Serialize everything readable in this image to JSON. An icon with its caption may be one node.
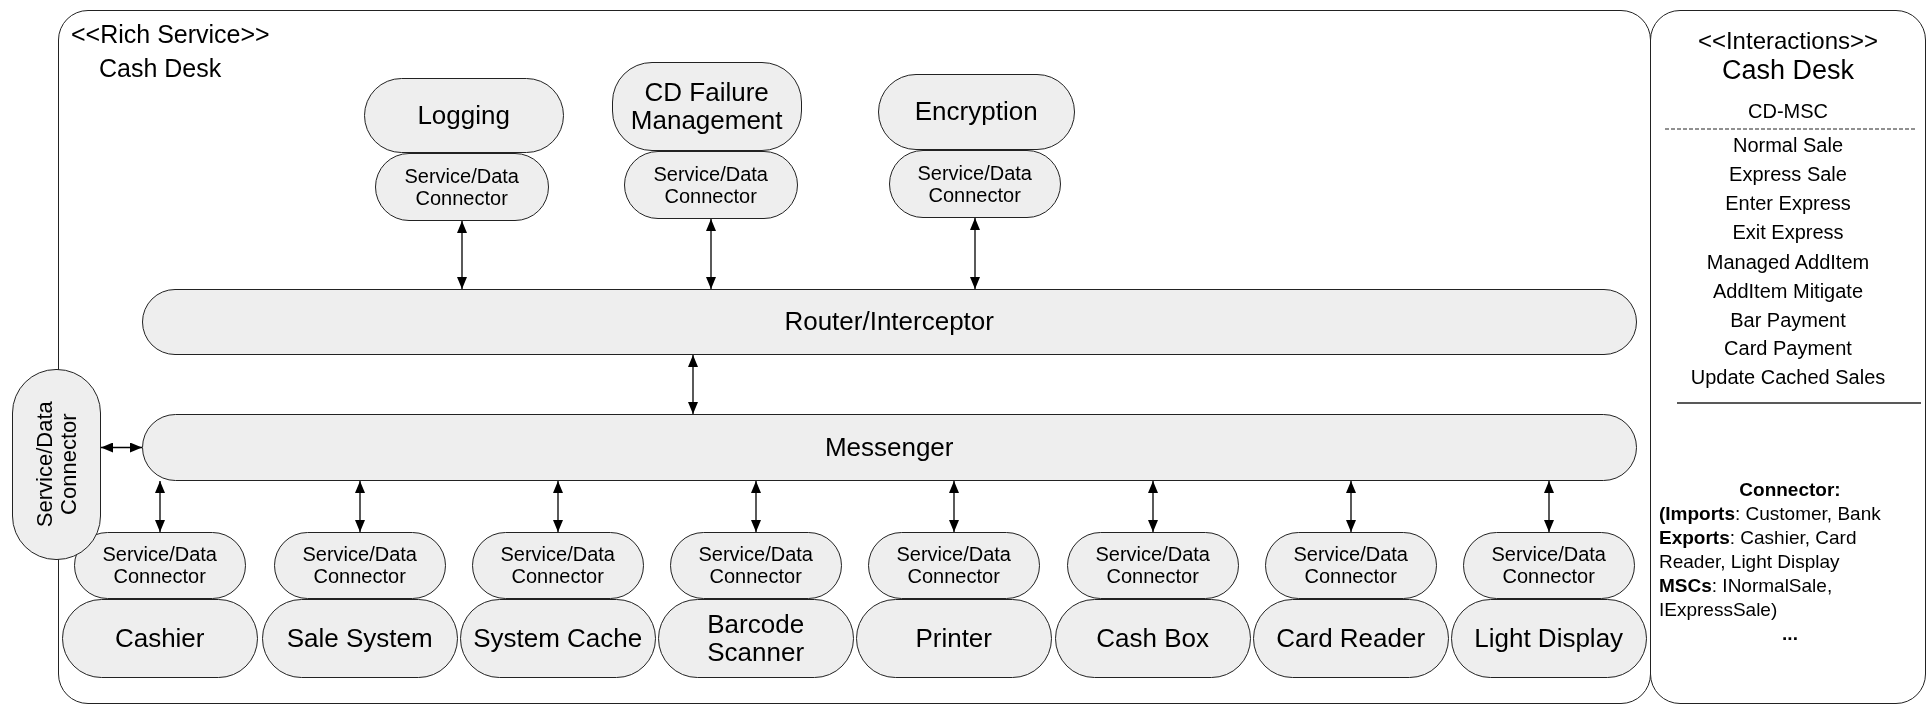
{
  "diagram": {
    "nodes": [
      {
        "text": [
          "<<Rich Service>>",
          "Cash Desk"
        ]
      },
      {
        "text": [
          "Logging"
        ],
        "in": 0
      },
      {
        "text": [
          "Service/Data Connector"
        ],
        "in": 0
      },
      {
        "text": [
          "CD Failure Management"
        ],
        "in": 0
      },
      {
        "text": [
          "Service/Data Connector"
        ],
        "in": 0
      },
      {
        "text": [
          "Encryption"
        ],
        "in": 0
      },
      {
        "text": [
          "Service/Data Connector"
        ],
        "in": 0
      },
      {
        "text": [
          "Router/Interceptor"
        ],
        "in": 0
      },
      {
        "text": [
          "Messenger"
        ],
        "in": 0
      },
      {
        "text": [
          "Service/Data Connector"
        ]
      },
      {
        "text": [
          "Service/Data Connector"
        ],
        "in": 0
      },
      {
        "text": [
          "Cashier"
        ],
        "in": 0
      },
      {
        "text": [
          "Service/Data Connector"
        ],
        "in": 0
      },
      {
        "text": [
          "Sale System"
        ],
        "in": 0
      },
      {
        "text": [
          "Service/Data Connector"
        ],
        "in": 0
      },
      {
        "text": [
          "System Cache"
        ],
        "in": 0
      },
      {
        "text": [
          "Service/Data Connector"
        ],
        "in": 0
      },
      {
        "text": [
          "Barcode Scanner"
        ],
        "in": 0
      },
      {
        "text": [
          "Service/Data Connector"
        ],
        "in": 0
      },
      {
        "text": [
          "Printer"
        ],
        "in": 0
      },
      {
        "text": [
          "Service/Data Connector"
        ],
        "in": 0
      },
      {
        "text": [
          "Cash Box"
        ],
        "in": 0
      },
      {
        "text": [
          "Service/Data Connector"
        ],
        "in": 0
      },
      {
        "text": [
          "Card Reader"
        ],
        "in": 0
      },
      {
        "text": [
          "Service/Data Connector"
        ],
        "in": 0
      },
      {
        "text": [
          "Light Display"
        ],
        "in": 0
      },
      {
        "text": [
          "<<Interactions>>",
          "Cash Desk",
          "CD-MSC",
          "Normal Sale",
          "Express Sale",
          "Enter Express",
          "Exit Express",
          "Managed AddItem",
          "AddItem Mitigate",
          "Bar Payment",
          "Card Payment",
          "Update Cached Sales",
          "Connector:",
          "**(Imports**: Customer, Bank",
          "**Exports**: Cashier, Card Reader, Light Display",
          "**MSCs**: INormalSale, IExpressSale)",
          "..."
        ]
      }
    ],
    "edges": [
      {
        "from": 2,
        "to": 7,
        "arrow": "both"
      },
      {
        "from": 4,
        "to": 7,
        "arrow": "both"
      },
      {
        "from": 6,
        "to": 7,
        "arrow": "both"
      },
      {
        "from": 7,
        "to": 8,
        "arrow": "both"
      },
      {
        "from": 9,
        "to": 8,
        "arrow": "both"
      },
      {
        "from": 8,
        "to": 10,
        "arrow": "both"
      },
      {
        "from": 8,
        "to": 12,
        "arrow": "both"
      },
      {
        "from": 8,
        "to": 14,
        "arrow": "both"
      },
      {
        "from": 8,
        "to": 16,
        "arrow": "both"
      },
      {
        "from": 8,
        "to": 18,
        "arrow": "both"
      },
      {
        "from": 8,
        "to": 20,
        "arrow": "both"
      },
      {
        "from": 8,
        "to": 22,
        "arrow": "both"
      },
      {
        "from": 8,
        "to": 24,
        "arrow": "both"
      }
    ]
  }
}
